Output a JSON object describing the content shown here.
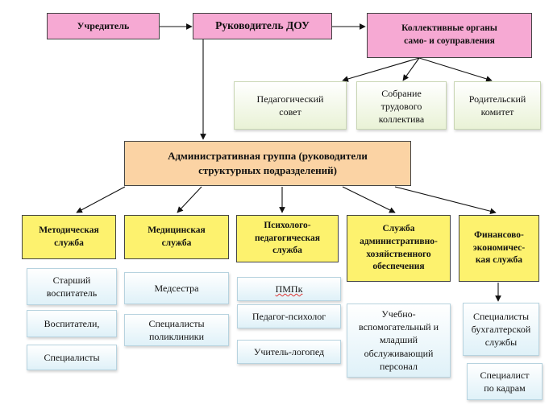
{
  "top": {
    "founder": "Учредитель",
    "head": "Руководитель ДОУ",
    "bodies": "Коллективные органы\nсамо- и соуправления"
  },
  "councils": [
    "Педагогический\nсовет",
    "Собрание\nтрудового\nколлектива",
    "Родительский\nкомитет"
  ],
  "admin_group": "Административная группа (руководители\nструктурных подразделений)",
  "services": [
    {
      "title": "Методическая\nслужба",
      "items": [
        "Старший\nвоспитатель",
        "Воспитатели,",
        "Специалисты"
      ]
    },
    {
      "title": "Медицинская\nслужба",
      "items": [
        "Медсестра",
        "Специалисты\nполиклиники"
      ]
    },
    {
      "title": "Психолого-\nпедагогическая\nслужба",
      "items": [
        "ПМПк",
        "Педагог-психолог",
        "Учитель-логопед"
      ]
    },
    {
      "title": "Служба\nадминистративно-\nхозяйственного\nобеспечения",
      "items": [
        "Учебно-\nвспомогательный и\nмладший\nобслуживающий\nперсонал"
      ]
    },
    {
      "title": "Финансово-\nэкономичес-\nкая служба",
      "items": [
        "Специалисты\nбухгалтерской\nслужбы",
        "Специалист\nпо кадрам"
      ]
    }
  ]
}
